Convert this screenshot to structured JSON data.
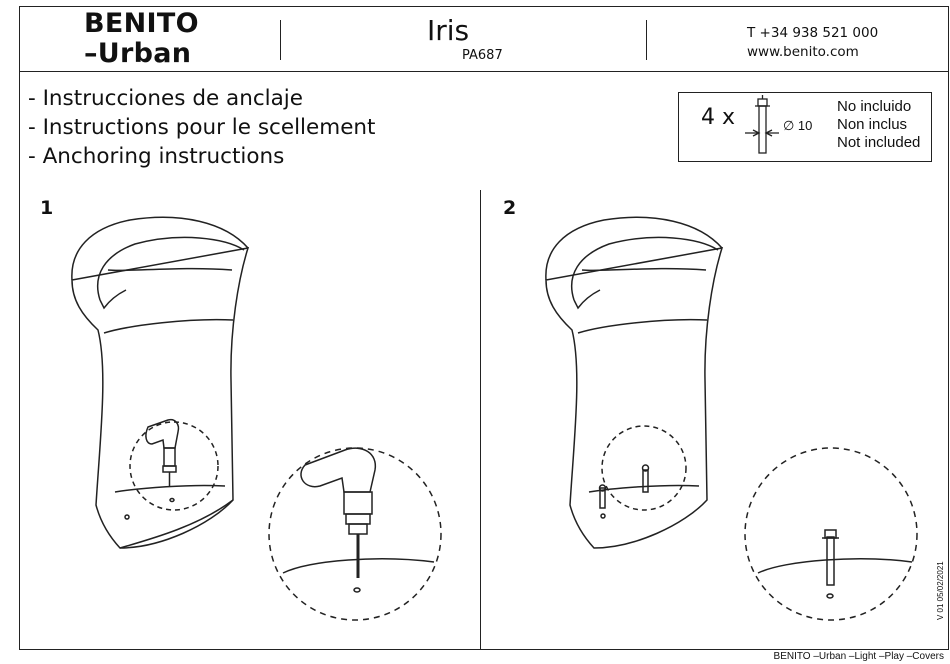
{
  "header": {
    "brand_line1": "BENITO",
    "brand_line2": "–Urban",
    "product_name": "Iris",
    "product_code": "PA687",
    "phone": "T +34 938 521 000",
    "website": "www.benito.com"
  },
  "instructions": [
    "- Instrucciones de anclaje",
    "- Instructions pour le scellement",
    "- Anchoring instructions"
  ],
  "hardware": {
    "quantity": "4 x",
    "diameter": "∅ 10",
    "not_included": [
      "No incluido",
      "Non inclus",
      "Not included"
    ]
  },
  "steps": [
    {
      "number": "1"
    },
    {
      "number": "2"
    }
  ],
  "footer": {
    "text": "BENITO –Urban –Light –Play –Covers",
    "version": "V 01 05/02/2021"
  }
}
